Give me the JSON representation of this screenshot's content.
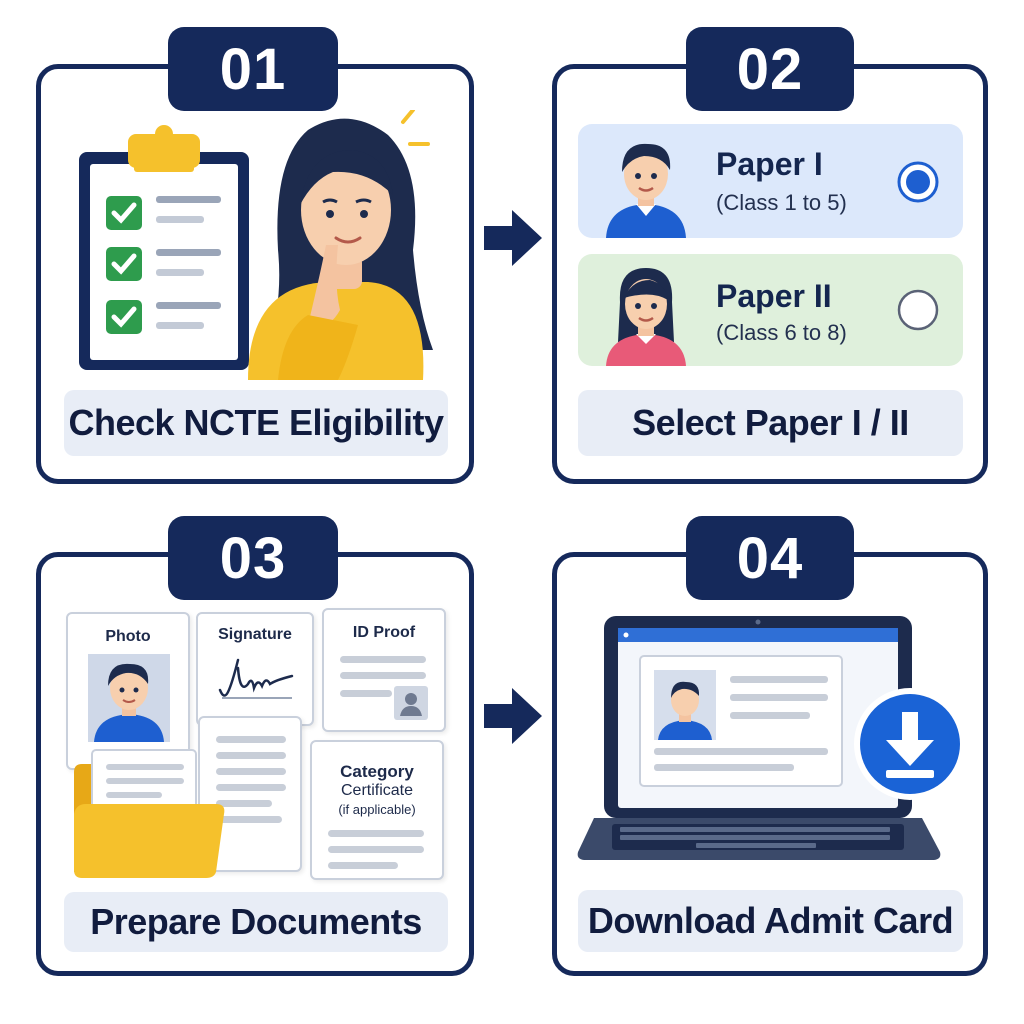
{
  "steps": [
    {
      "number": "01",
      "label": "Check NCTE Eligibility"
    },
    {
      "number": "02",
      "label": "Select Paper I / II"
    },
    {
      "number": "03",
      "label": "Prepare Documents"
    },
    {
      "number": "04",
      "label": "Download Admit Card"
    }
  ],
  "papers": [
    {
      "title": "Paper I",
      "subtitle": "(Class 1 to 5)",
      "selected": true
    },
    {
      "title": "Paper II",
      "subtitle": "(Class 6 to 8)",
      "selected": false
    }
  ],
  "documents": {
    "photo": "Photo",
    "signature": "Signature",
    "id_proof": "ID Proof",
    "category": "Category",
    "certificate": "Certificate",
    "if_applicable": "(if applicable)"
  },
  "colors": {
    "navy": "#15295b",
    "check_green": "#2e9c4d",
    "paper1_bg": "#dce8fb",
    "paper2_bg": "#dff0dc",
    "radio_blue": "#1e5fd0",
    "yellow": "#f5c12c",
    "download_blue": "#1a63d6"
  },
  "icons": [
    "checklist-icon",
    "thinking-woman-icon",
    "boy-avatar-icon",
    "girl-avatar-icon",
    "radio-selected-icon",
    "radio-unselected-icon",
    "folder-icon",
    "signature-icon",
    "laptop-icon",
    "download-icon",
    "arrow-right-icon"
  ]
}
